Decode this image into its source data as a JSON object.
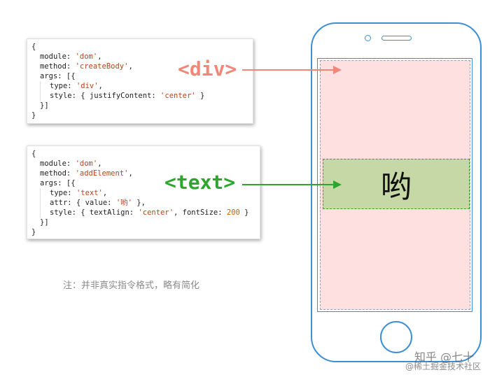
{
  "card1": {
    "lines": [
      "{",
      "module: ",
      "'dom'",
      ",",
      "method: ",
      "'createBody'",
      ",",
      "args: [{",
      "type: ",
      "'div'",
      ",",
      "style: { justifyContent: ",
      "'center'",
      " }",
      "}]",
      "}"
    ]
  },
  "card2": {
    "lines": [
      "{",
      "module: ",
      "'dom'",
      ",",
      "method: ",
      "'addElement'",
      ",",
      "args: [{",
      "type: ",
      "'text'",
      ",",
      "attr: { value: ",
      "'哟'",
      " },",
      "style: { textAlign: ",
      "'center'",
      ", fontSize: ",
      "200",
      " }",
      "}]",
      "}"
    ]
  },
  "tags": {
    "div": "<div>",
    "text": "<text>"
  },
  "note": "注：并非真实指令格式，略有简化",
  "phone": {
    "content_char": "哟"
  },
  "watermark": {
    "line1": "知乎 @七十",
    "line2": "@稀土掘金技术社区"
  },
  "colors": {
    "div": "#f0887a",
    "text": "#2ea52e",
    "phone": "#3c8fd4"
  }
}
